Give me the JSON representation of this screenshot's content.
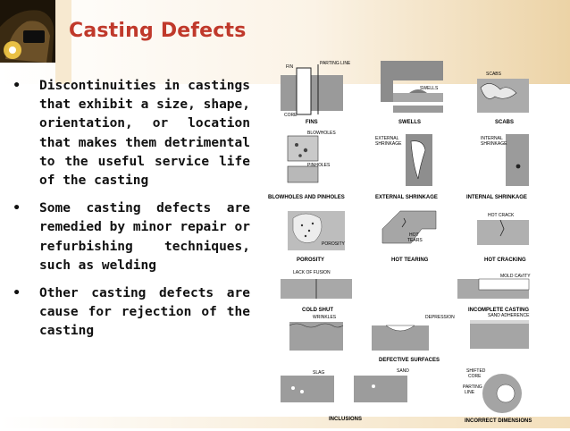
{
  "slide": {
    "title": "Casting  Defects",
    "bullets": [
      "Discontinuities in castings that exhibit a size, shape, orientation, or location that makes them detrimental to the useful service life of the casting",
      "Some casting defects are remedied by minor repair or refurbishing techniques, such as welding",
      "Other casting defects are cause for rejection of the casting"
    ],
    "bullet_marker": "•"
  },
  "figure": {
    "captions": {
      "fins": "FINS",
      "swells": "SWELLS",
      "scabs": "SCABS",
      "blowholes_pinholes": "BLOWHOLES AND PINHOLES",
      "external_shrinkage": "EXTERNAL SHRINKAGE",
      "internal_shrinkage": "INTERNAL SHRINKAGE",
      "porosity": "POROSITY",
      "hot_tearing": "HOT TEARING",
      "hot_cracking": "HOT CRACKING",
      "cold_shut": "COLD SHUT",
      "incomplete_casting": "INCOMPLETE CASTING",
      "defective_surfaces": "DEFECTIVE SURFACES",
      "inclusions": "INCLUSIONS",
      "incorrect_dimensions": "INCORRECT DIMENSIONS"
    },
    "callouts": {
      "fin": "FIN",
      "parting_line": "PARTING LINE",
      "core": "CORE",
      "swells": "SWELLS",
      "scabs": "SCABS",
      "blowholes": "BLOWHOLES",
      "pinholes": "PINHOLES",
      "external_shrinkage_1": "EXTERNAL",
      "external_shrinkage_2": "SHRINKAGE",
      "internal_shrinkage_1": "INTERNAL",
      "internal_shrinkage_2": "SHRINKAGE",
      "porosity": "POROSITY",
      "hot_tears_1": "HOT",
      "hot_tears_2": "TEARS",
      "hot_crack": "HOT CRACK",
      "lack_of_fusion": "LACK OF FUSION",
      "mold_cavity": "MOLD CAVITY",
      "wrinkles": "WRINKLES",
      "depression": "DEPRESSION",
      "sand_adherence": "SAND ADHERENCE",
      "slag": "SLAG",
      "sand": "SAND",
      "shifted_core_1": "SHIFTED",
      "shifted_core_2": "CORE",
      "parting_line_2a": "PARTING",
      "parting_line_2b": "LINE"
    }
  }
}
